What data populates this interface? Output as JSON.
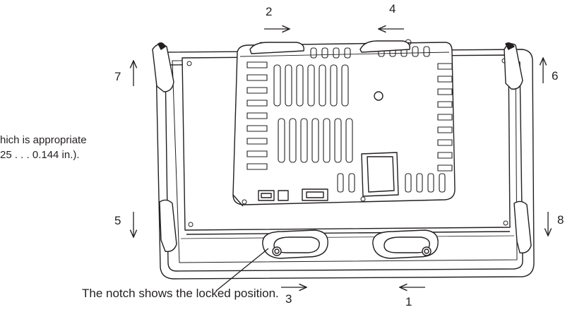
{
  "caption_partial": {
    "line1": "hich is appropriate",
    "line2": "25 . . . 0.144 in.)."
  },
  "notch_callout": "The notch shows the locked position.",
  "step_labels": [
    "1",
    "2",
    "3",
    "4",
    "5",
    "6",
    "7",
    "8"
  ],
  "arrows": [
    {
      "label": "1",
      "direction": "left"
    },
    {
      "label": "2",
      "direction": "right"
    },
    {
      "label": "3",
      "direction": "right"
    },
    {
      "label": "4",
      "direction": "left"
    },
    {
      "label": "5",
      "direction": "down"
    },
    {
      "label": "6",
      "direction": "up"
    },
    {
      "label": "7",
      "direction": "up"
    },
    {
      "label": "8",
      "direction": "down"
    }
  ],
  "colors": {
    "line": "#231f20",
    "fill": "#ffffff",
    "shade": "#d9d9d9"
  }
}
